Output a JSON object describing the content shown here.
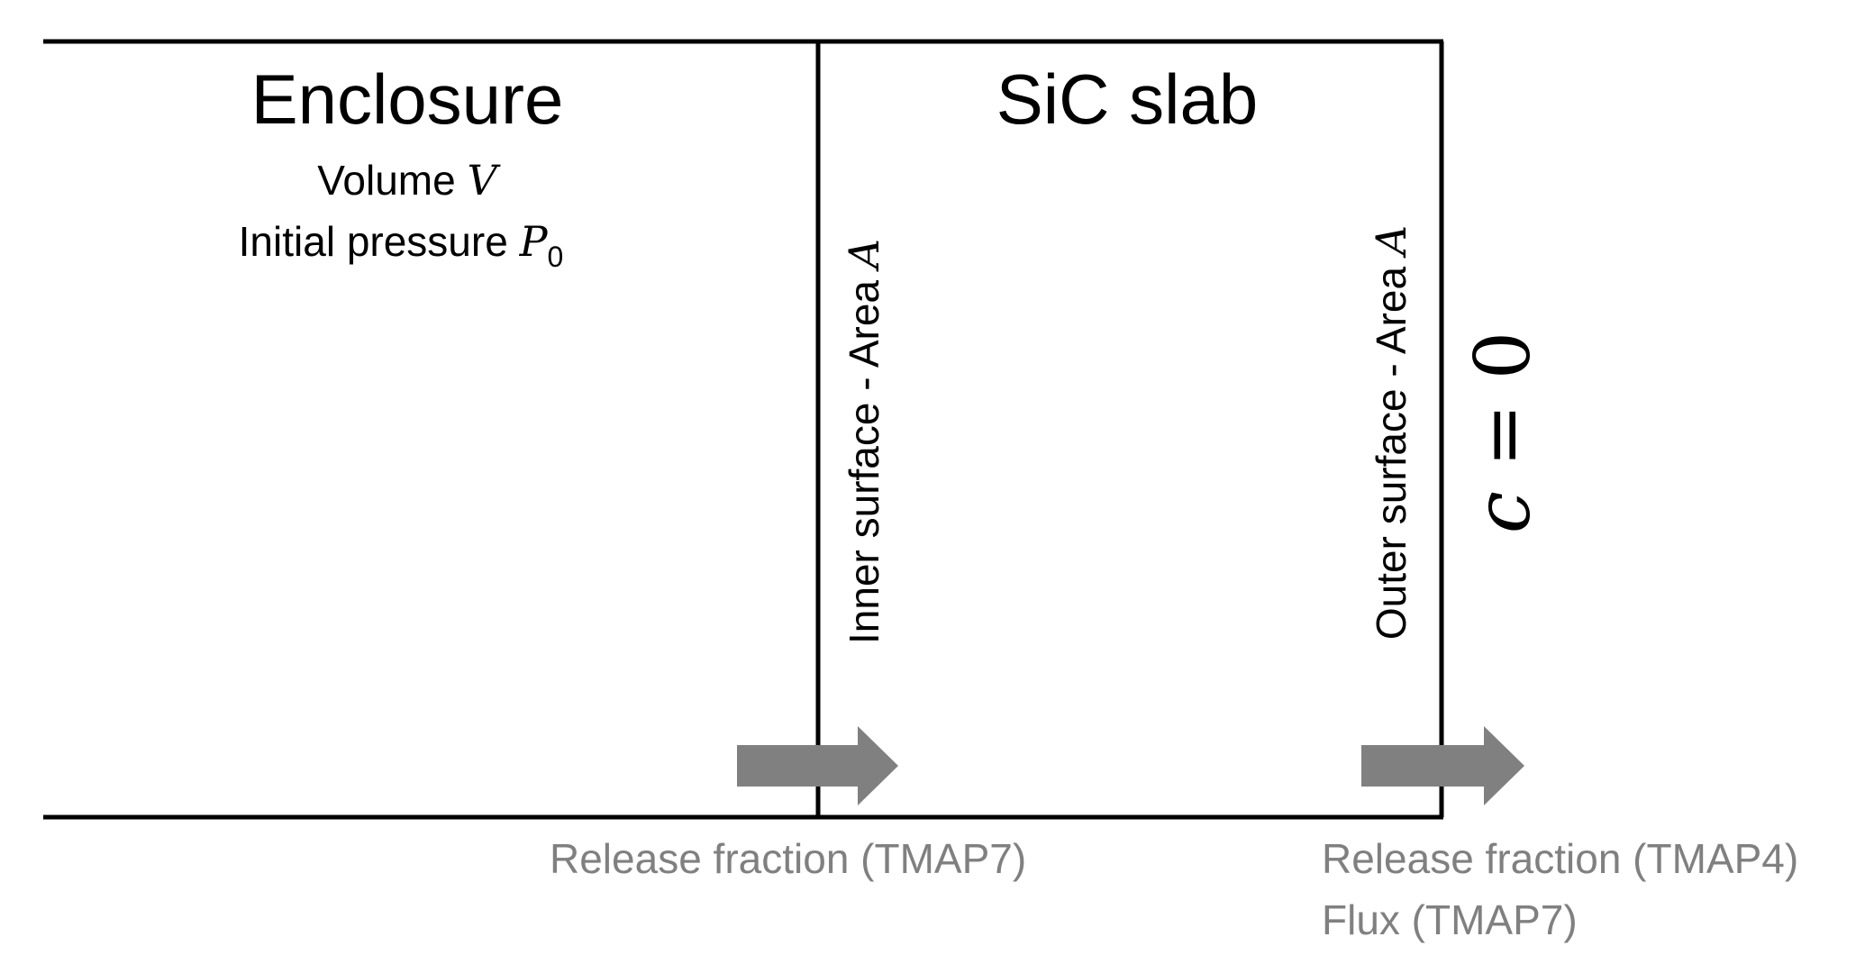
{
  "enclosure": {
    "title": "Enclosure",
    "volume_text": "Volume ",
    "volume_symbol": "V",
    "pressure_text": "Initial pressure ",
    "pressure_symbol": "P",
    "pressure_subscript": "0"
  },
  "slab": {
    "title": "SiC slab",
    "inner_text": "Inner surface  - Area ",
    "inner_symbol": "A",
    "outer_text": "Outer surface - Area ",
    "outer_symbol": "A"
  },
  "boundary_condition": {
    "symbol": "c",
    "rest": " = 0"
  },
  "inner_flow": {
    "label": "Release fraction (TMAP7)"
  },
  "outer_flow": {
    "label_1": "Release fraction (TMAP4)",
    "label_2": "Flux (TMAP7)"
  },
  "colors": {
    "lines": "#000000",
    "arrows": "#808080",
    "annotation_text": "#808080"
  }
}
